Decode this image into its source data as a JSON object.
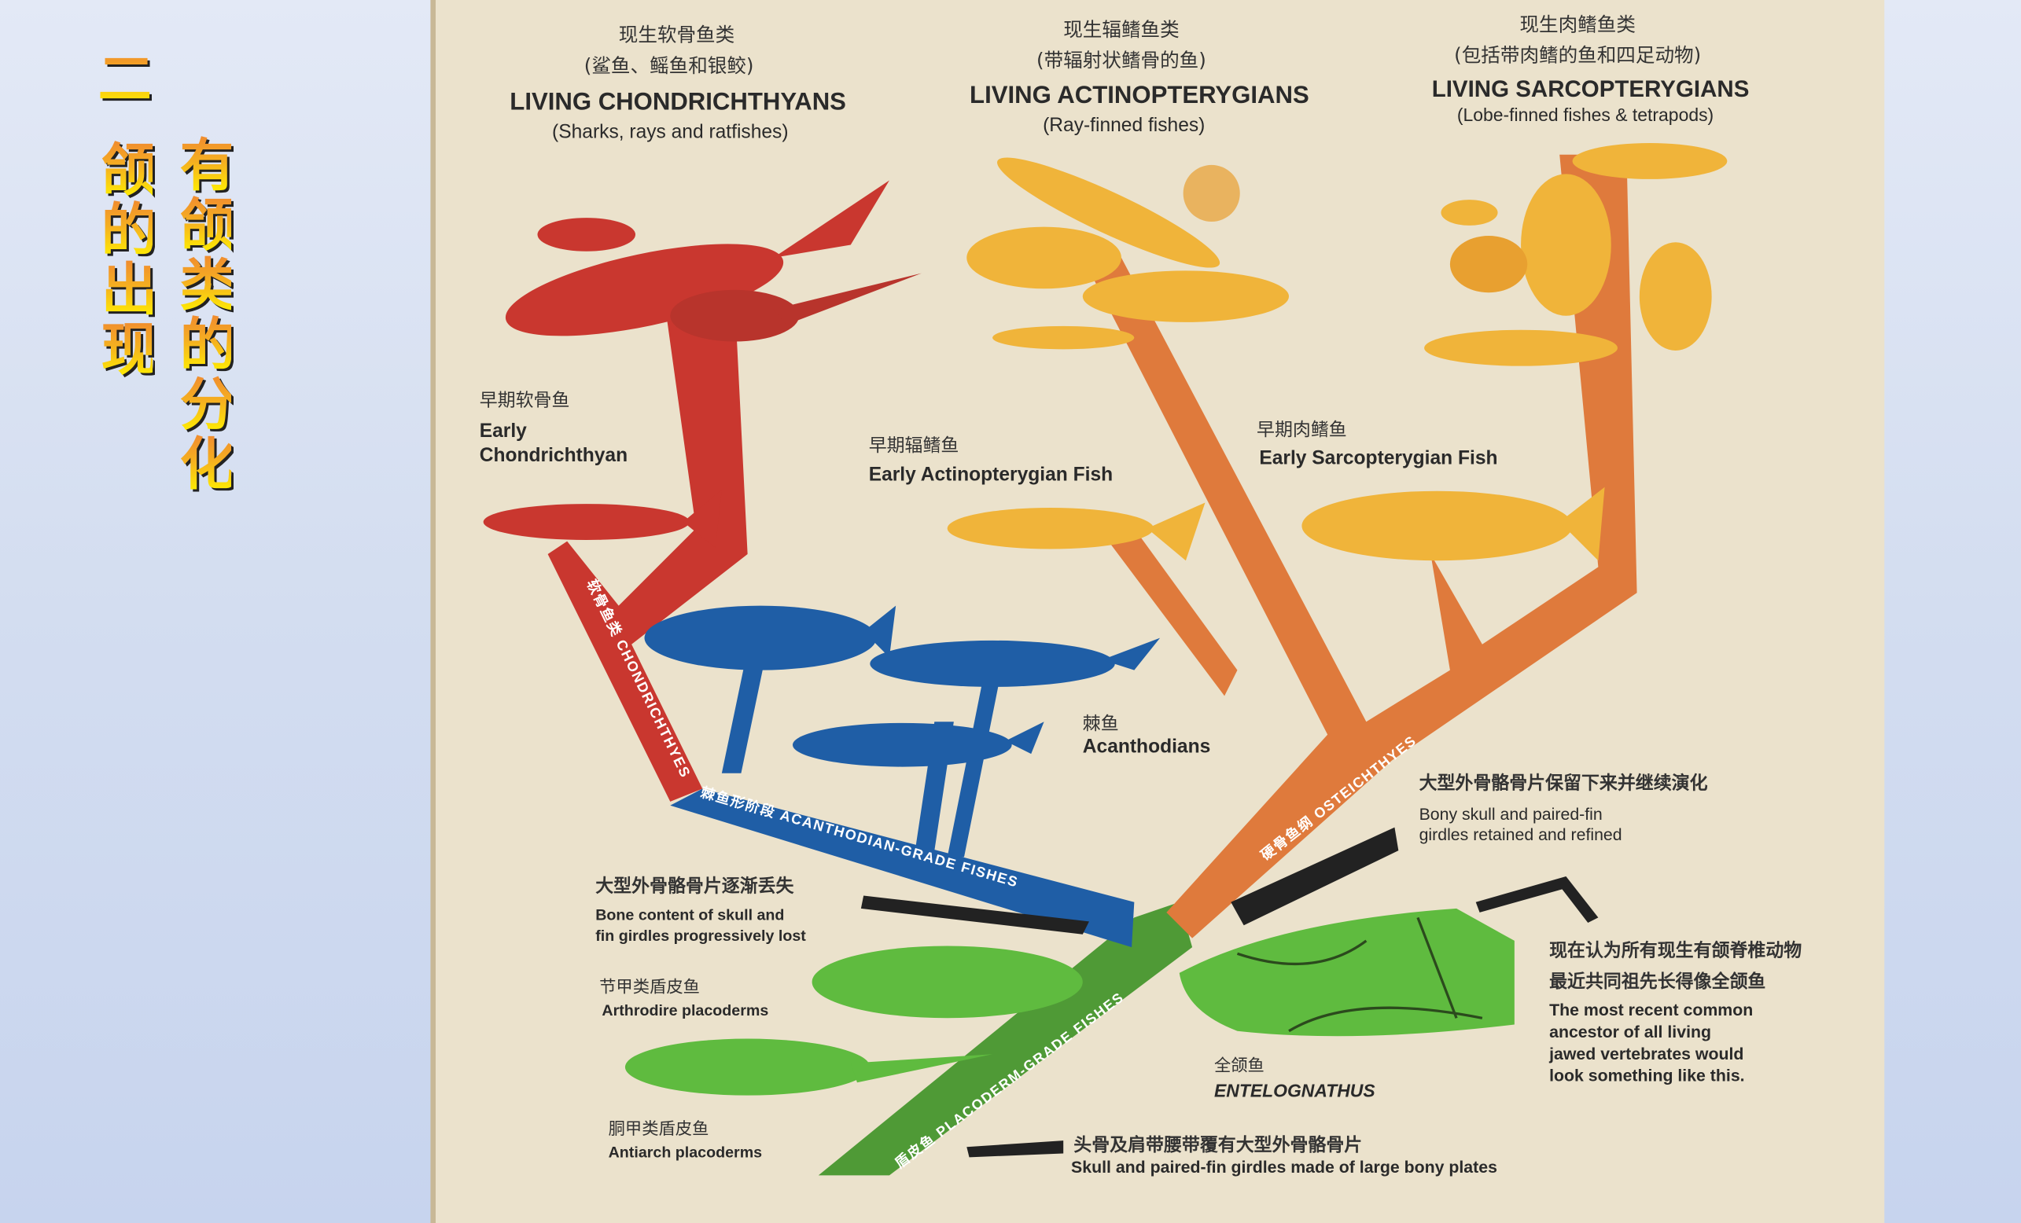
{
  "slide_title": {
    "numeral": "二",
    "line1": "颌的出现",
    "line2": "有颌类的分化"
  },
  "panel": {
    "groups": [
      {
        "zh": "现生软骨鱼类",
        "zh_sub": "(鲨鱼、鳐鱼和银鲛)",
        "en": "LIVING CHONDRICHTHYANS",
        "en_sub": "(Sharks, rays and ratfishes)"
      },
      {
        "zh": "现生辐鳍鱼类",
        "zh_sub": "(带辐射状鳍骨的鱼)",
        "en": "LIVING ACTINOPTERYGIANS",
        "en_sub": "(Ray-finned fishes)"
      },
      {
        "zh": "现生肉鳍鱼类",
        "zh_sub": "(包括带肉鳍的鱼和四足动物)",
        "en": "LIVING SARCOPTERYGIANS",
        "en_sub": "(Lobe-finned fishes & tetrapods)"
      }
    ],
    "early_chondrichthyan": {
      "zh": "早期软骨鱼",
      "en1": "Early",
      "en2": "Chondrichthyan"
    },
    "early_actinopterygian": {
      "zh": "早期辐鳍鱼",
      "en": "Early Actinopterygian Fish"
    },
    "early_sarcopterygian": {
      "zh": "早期肉鳍鱼",
      "en": "Early Sarcopterygian Fish"
    },
    "acanthodians": {
      "zh": "棘鱼",
      "en": "Acanthodians"
    },
    "bone_lost": {
      "zh": "大型外骨骼骨片逐渐丢失",
      "en1": "Bone content of skull and",
      "en2": "fin girdles progressively lost"
    },
    "arthrodire": {
      "zh": "节甲类盾皮鱼",
      "en": "Arthrodire placoderms"
    },
    "antiarch": {
      "zh": "胴甲类盾皮鱼",
      "en": "Antiarch placoderms"
    },
    "entelognathus": {
      "zh": "全颌鱼",
      "en": "ENTELOGNATHUS"
    },
    "bony_plates": {
      "zh": "头骨及肩带腰带覆有大型外骨骼骨片",
      "en": "Skull and paired-fin girdles made of large bony plates"
    },
    "retained": {
      "zh": "大型外骨骼骨片保留下来并继续演化",
      "en1": "Bony skull and paired-fin",
      "en2": "girdles retained and refined"
    },
    "ancestor": {
      "zh1": "现在认为所有现生有颌脊椎动物",
      "zh2": "最近共同祖先长得像全颌鱼",
      "en1": "The most recent common",
      "en2": "ancestor of all living",
      "en3": "jawed vertebrates would",
      "en4": "look something like this."
    },
    "bands": {
      "chondrichthyes": "软骨鱼类 CHONDRICHTHYES",
      "acanthodian": "棘鱼形阶段 ACANTHODIAN-GRADE FISHES",
      "osteichthyes": "硬骨鱼纲 OSTEICHTHYES",
      "placoderm": "盾皮鱼 PLACODERM-GRADE FISHES"
    },
    "colors": {
      "panel": "#ebe2cc",
      "red": "#c9372f",
      "blue": "#1f5ea6",
      "orange": "#df7a3c",
      "green": "#4f9a36",
      "yellow": "#f0b43a",
      "lime": "#5fbb3f"
    }
  }
}
